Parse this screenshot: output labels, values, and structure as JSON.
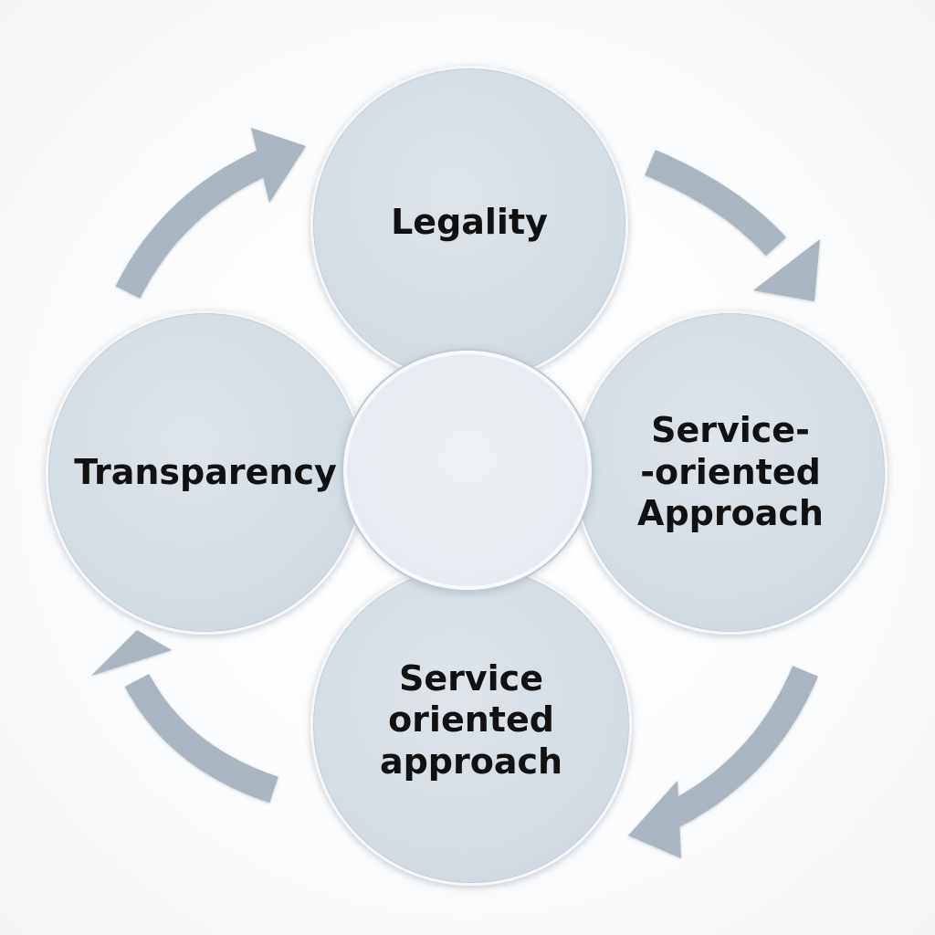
{
  "diagram": {
    "nodes": [
      {
        "id": "top",
        "label": "Legality"
      },
      {
        "id": "right",
        "label": "Service-\n-oriented\nApproach"
      },
      {
        "id": "bottom",
        "label": "Service\noriented\napproach"
      },
      {
        "id": "left",
        "label": "Transparency"
      }
    ],
    "colors": {
      "node_fill": "#d4dde4",
      "hub_fill": "#e6ebf1",
      "arrow": "#a9b5c0",
      "text": "#111111"
    },
    "arrow_direction": "clockwise"
  }
}
